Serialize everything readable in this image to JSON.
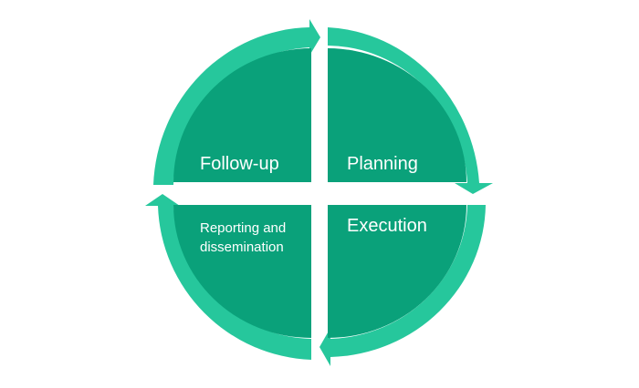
{
  "diagram": {
    "stages": [
      {
        "id": "planning",
        "lines": [
          "Planning"
        ]
      },
      {
        "id": "execution",
        "lines": [
          "Execution"
        ]
      },
      {
        "id": "reporting",
        "lines": [
          "Reporting and",
          "dissemination"
        ]
      },
      {
        "id": "follow-up",
        "lines": [
          "Follow-up"
        ]
      }
    ],
    "colors": {
      "ring": "#26c79c",
      "quadrant": "#0aa17a",
      "text": "#ffffff",
      "background": "#ffffff"
    }
  }
}
